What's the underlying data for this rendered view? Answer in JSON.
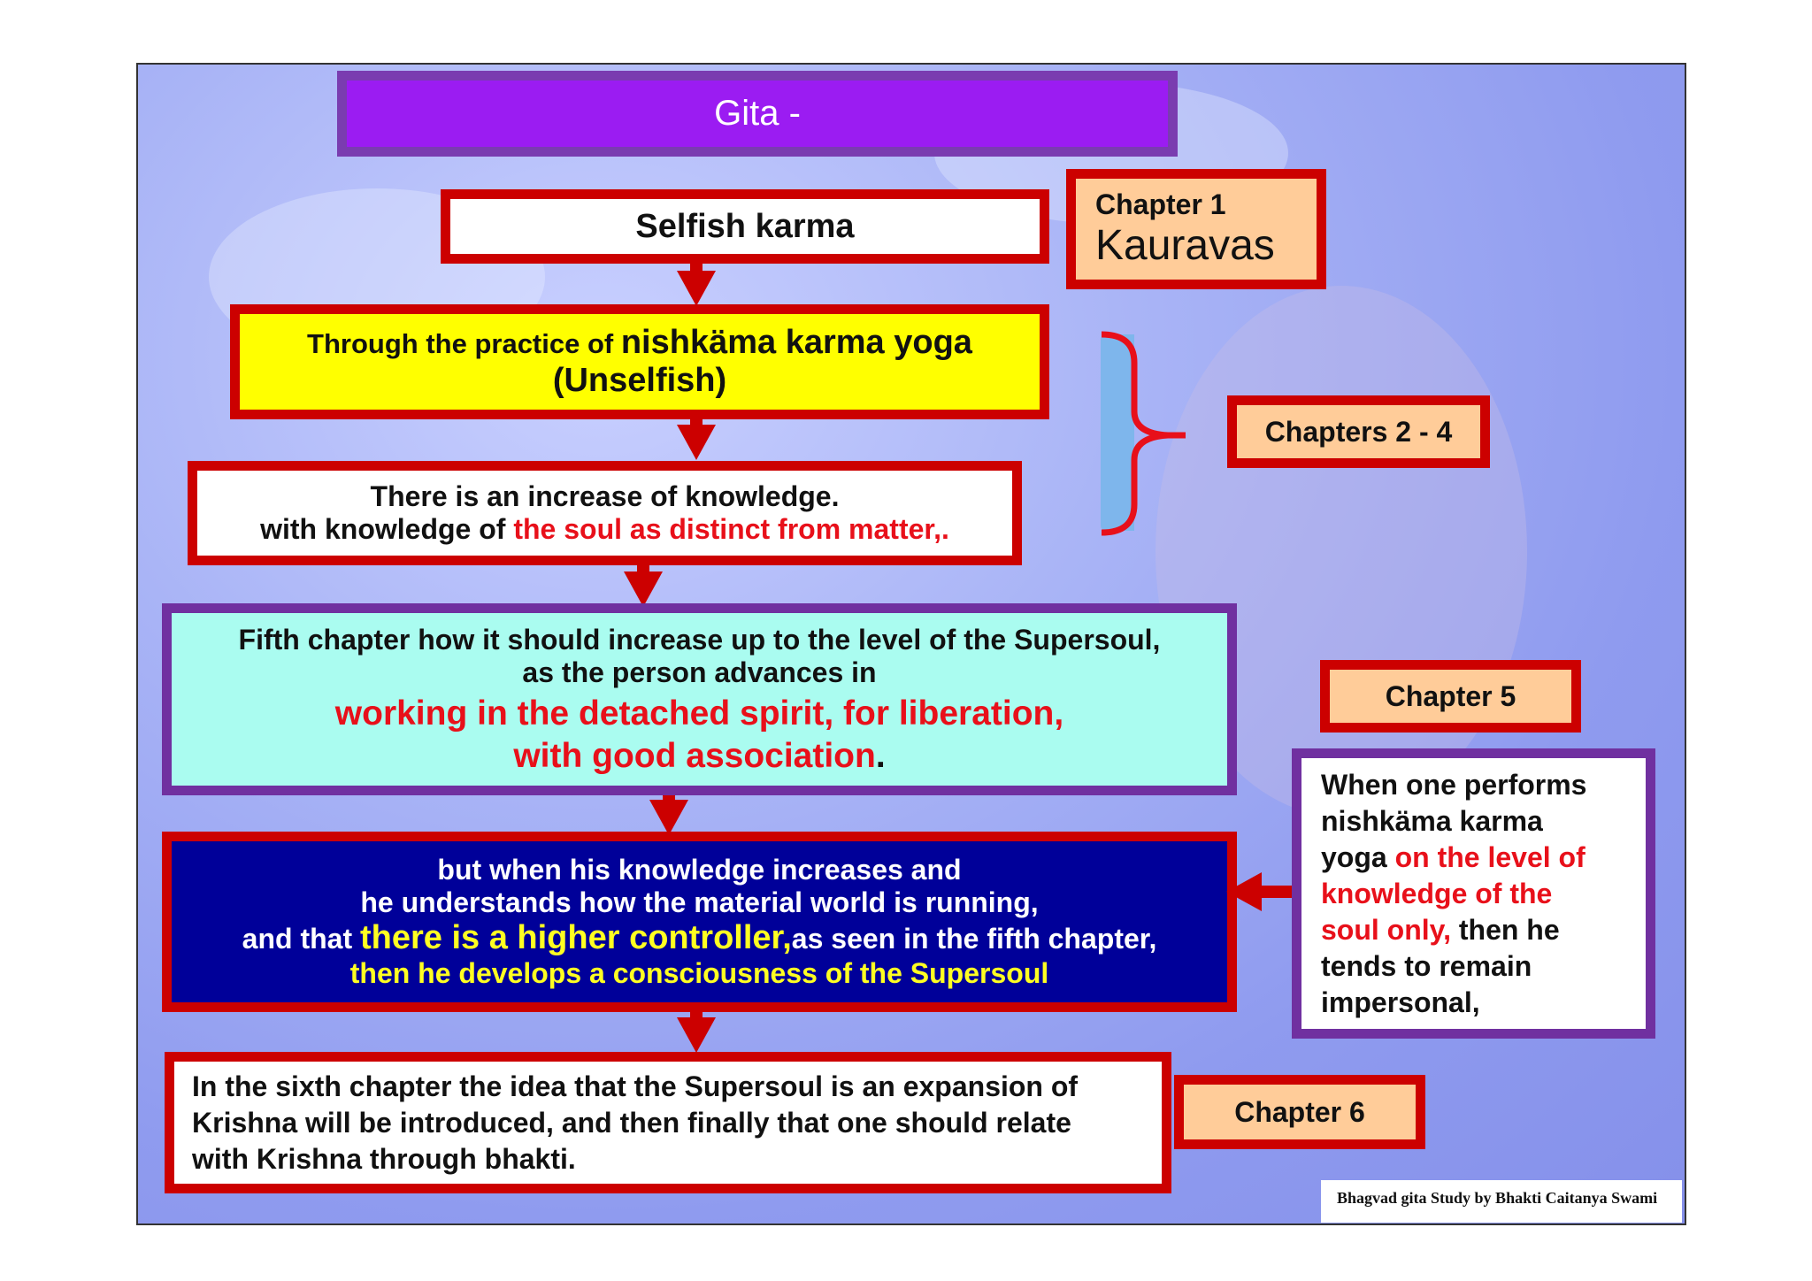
{
  "title": "Gita -",
  "boxes": {
    "selfish": "Selfish karma",
    "nishkama_pre": "Through the practice of ",
    "nishkama_main": "nishkäma karma yoga",
    "nishkama_sub": "(Unselfish)",
    "knowledge_line1": "There is an increase of knowledge.",
    "knowledge_line2_black": "with knowledge of ",
    "knowledge_line2_red": "the soul as distinct from matter,.",
    "fifth_line1": "Fifth chapter how it should increase up to the level of the Supersoul,",
    "fifth_line2": "as the person advances in",
    "fifth_line3": "working in the detached spirit, for liberation,",
    "fifth_line4": "with good association",
    "fifth_line4_end": ".",
    "blue_line1": "but when his knowledge increases and",
    "blue_line2": "he understands how the material world is running,",
    "blue_line3_pre": "and that ",
    "blue_line3_yel": "there is a higher controller,",
    "blue_line3_post": "as seen in the fifth chapter,",
    "blue_line4": "then he develops a consciousness of the Supersoul",
    "sixth": [
      "In the sixth chapter the idea that the Supersoul is an expansion of",
      "Krishna will be introduced, and then finally that one should relate",
      "with Krishna through bhakti."
    ]
  },
  "labels": {
    "chapter1_small": "Chapter 1",
    "chapter1_big": "Kauravas",
    "chapters2_4": "Chapters 2 - 4",
    "chapter5": "Chapter 5",
    "chapter6": "Chapter 6"
  },
  "side_note": {
    "lines_black1": [
      "When one performs",
      "nishkäma karma"
    ],
    "line3_black": "yoga ",
    "line3_red": "on the level of",
    "line4_red": "knowledge of the",
    "line5_red": "soul only,",
    "line5_black": " then he",
    "lines_black2": [
      "tends to remain",
      "impersonal,"
    ]
  },
  "credit": "Bhagvad gita Study by Bhakti Caitanya Swami",
  "colors": {
    "red_border": "#cc0000",
    "purple_border": "#7030a0",
    "title_fill": "#9b1cf2",
    "yellow_fill": "#ffff00",
    "cyan_fill": "#aafcf0",
    "navy_fill": "#000099",
    "peach_fill": "#ffcc99"
  }
}
